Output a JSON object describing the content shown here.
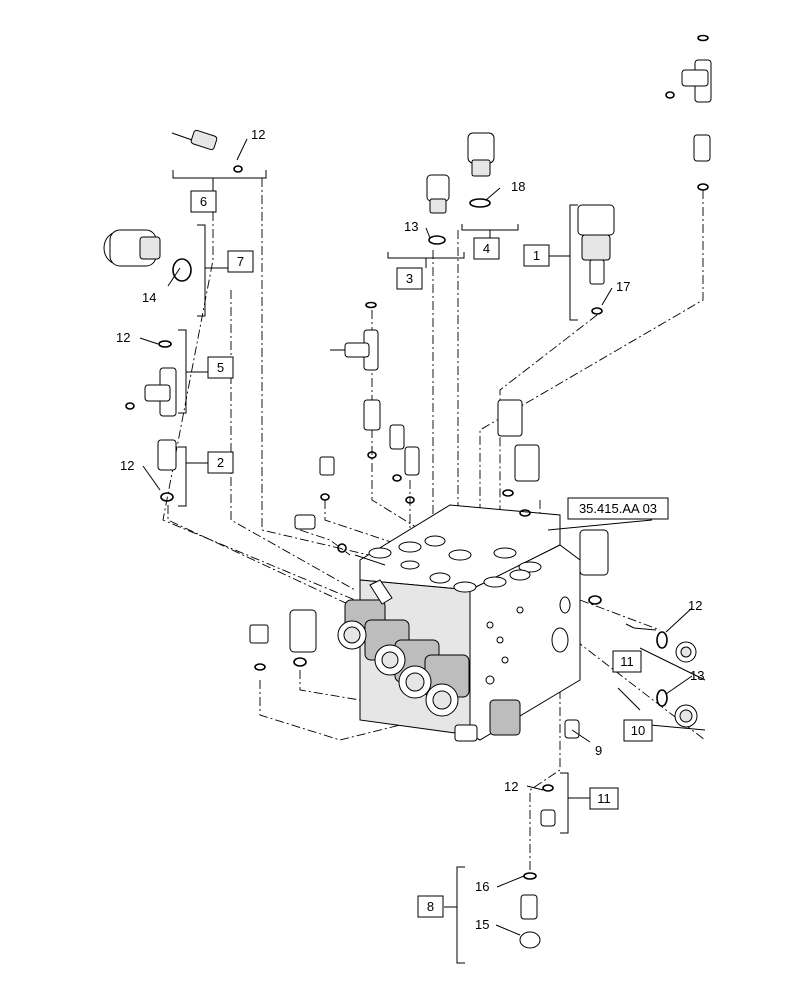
{
  "callouts": {
    "c1": "1",
    "c2": "2",
    "c3": "3",
    "c4": "4",
    "c5": "5",
    "c6": "6",
    "c7": "7",
    "c8": "8",
    "c9": "9",
    "c10": "10",
    "c11a": "11",
    "c11b": "11",
    "c12a": "12",
    "c12b": "12",
    "c12c": "12",
    "c12d": "12",
    "c12e": "12",
    "c13a": "13",
    "c13b": "13",
    "c14": "14",
    "c15": "15",
    "c16": "16",
    "c17": "17",
    "c18": "18"
  },
  "reference": "35.415.AA 03"
}
